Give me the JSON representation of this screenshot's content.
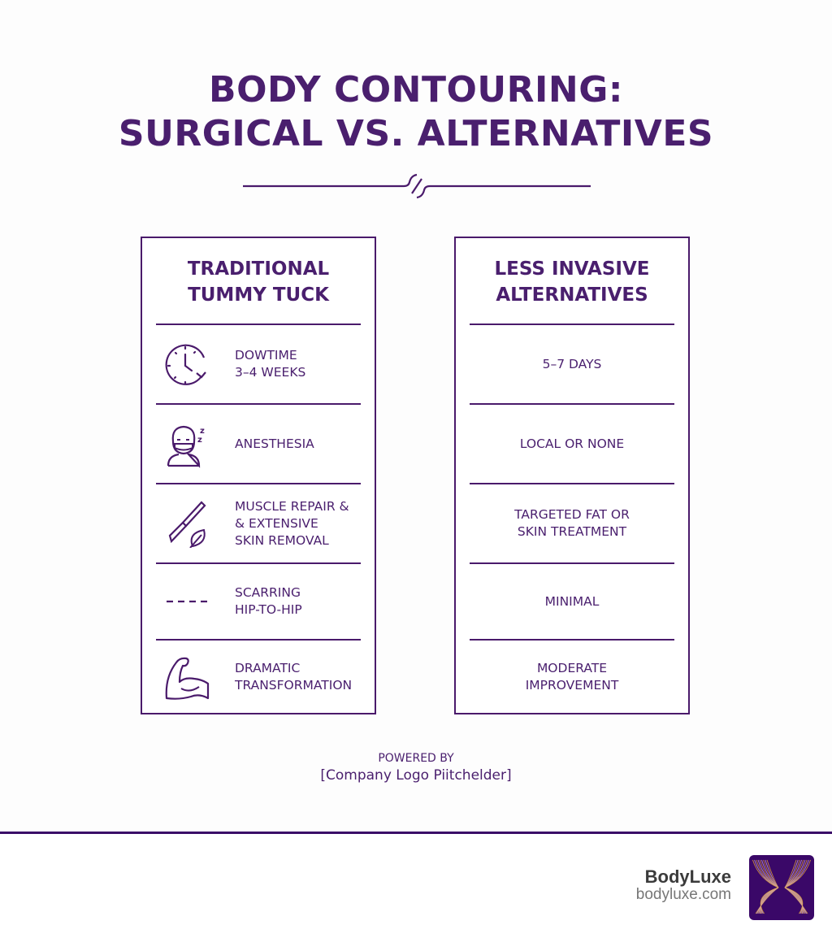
{
  "title": {
    "line1": "BODY CONTOURING:",
    "line2": "SURGICAL VS. ALTERNATIVES"
  },
  "colors": {
    "primary": "#4a1a6b",
    "footer_rule": "#3a0d68",
    "logo_bg": "#3a0868",
    "logo_accent": "#e0a33a"
  },
  "left_card": {
    "title_line1": "TRADITIONAL",
    "title_line2": "TUMMY TUCK",
    "rows": [
      {
        "icon": "clock-icon",
        "text": "DOWTIME\n3–4 WEEKS"
      },
      {
        "icon": "sleeping-patient-icon",
        "text": "ANESTHESIA"
      },
      {
        "icon": "scalpel-leaf-icon",
        "text": "MUSCLE REPAIR &\n& EXTENSIVE\nSKIN REMOVAL"
      },
      {
        "icon": "dashed-line-icon",
        "text": "SCARRING\nHIP-TO-HIP"
      },
      {
        "icon": "flexed-arm-icon",
        "text": "DRAMATIC\nTRANSFORMATION"
      }
    ]
  },
  "right_card": {
    "title_line1": "LESS INVASIVE",
    "title_line2": "ALTERNATIVES",
    "rows": [
      {
        "text": "5–7 DAYS"
      },
      {
        "text": "LOCAL OR NONE"
      },
      {
        "text": "TARGETED FAT OR\nSKIN TREATMENT"
      },
      {
        "text": "MINIMAL"
      },
      {
        "text": "MODERATE\nIMPROVEMENT"
      }
    ]
  },
  "powered": {
    "label": "POWERED BY",
    "placeholder": "[Company Logo Piitchelder]"
  },
  "footer": {
    "brand_name": "BodyLuxe",
    "brand_url": "bodyluxe.com",
    "logo_icon": "wings-logo-icon"
  }
}
